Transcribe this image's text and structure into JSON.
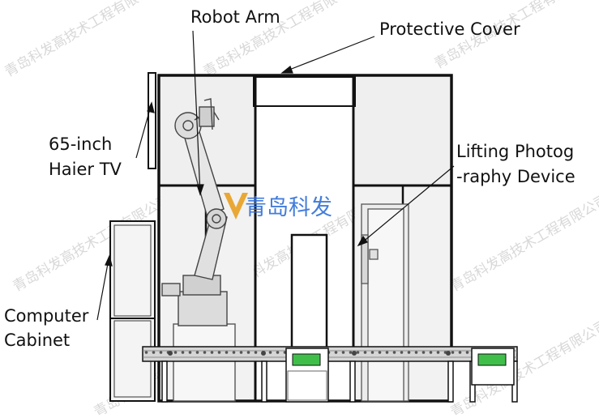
{
  "labels": {
    "robot_arm": "Robot Arm",
    "protective_cover": "Protective Cover",
    "tv_line1": "65-inch",
    "tv_line2": "Haier TV",
    "lifting_line1": "Lifting Photog",
    "lifting_line2": "-raphy Device",
    "cabinet_line1": "Computer",
    "cabinet_line2": "Cabinet"
  },
  "logo": {
    "text": "青岛科发"
  },
  "watermark": {
    "text": "青岛科发高技术工程有限公司"
  },
  "colors": {
    "frame": "#111111",
    "panel_fill": "#efefef",
    "conveyor": "#d6d6d6",
    "screen_green": "#3fbf4a",
    "logo_blue": "#2f6fd6",
    "logo_mark": "#e8a020"
  }
}
